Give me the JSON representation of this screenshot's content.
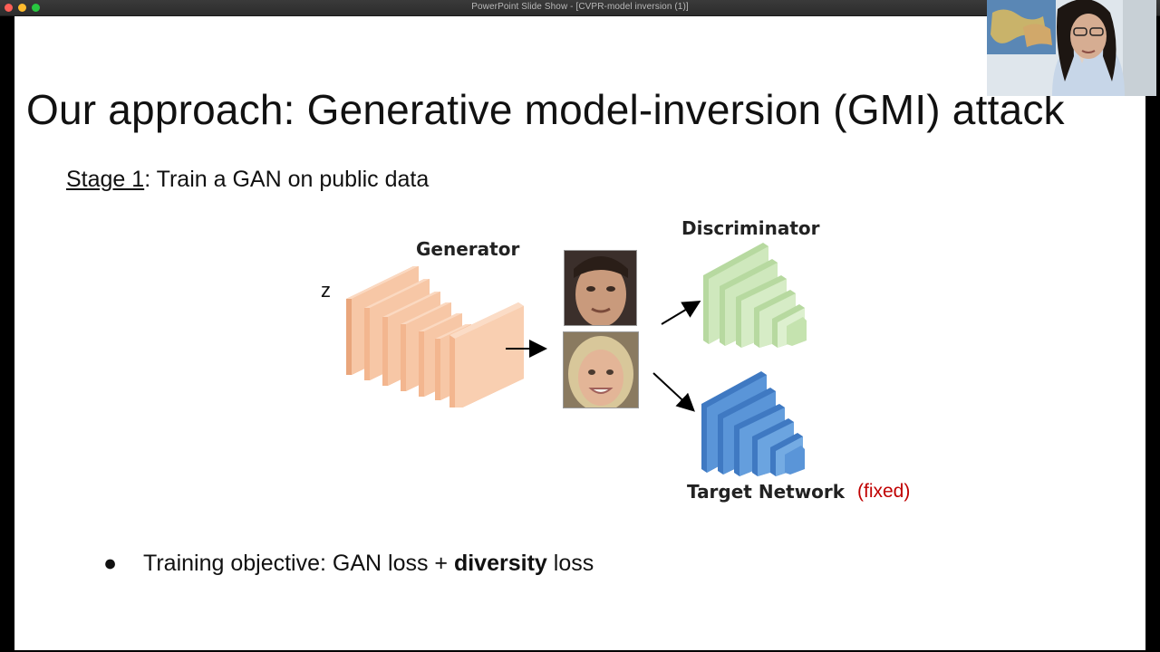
{
  "window": {
    "title": "PowerPoint Slide Show - [CVPR-model inversion (1)]"
  },
  "slide": {
    "title": "Our approach: Generative model-inversion (GMI) attack",
    "stage_label": "Stage 1",
    "stage_text": ": Train a GAN on public data",
    "diagram": {
      "z_label": "z",
      "generator_label": "Generator",
      "discriminator_label": "Discriminator",
      "target_label": "Target Network",
      "fixed_label": "(fixed)"
    },
    "bullet": {
      "symbol": "●",
      "prefix": "Training objective: GAN loss + ",
      "bold": "diversity",
      "suffix": " loss"
    }
  },
  "colors": {
    "generator": "#f6c7a6",
    "discriminator": "#c8e6b4",
    "target_network": "#5b95d6",
    "fixed_text": "#c00000"
  },
  "icons": [
    "close-window-icon",
    "minimize-window-icon",
    "zoom-window-icon",
    "arrow-icon"
  ]
}
